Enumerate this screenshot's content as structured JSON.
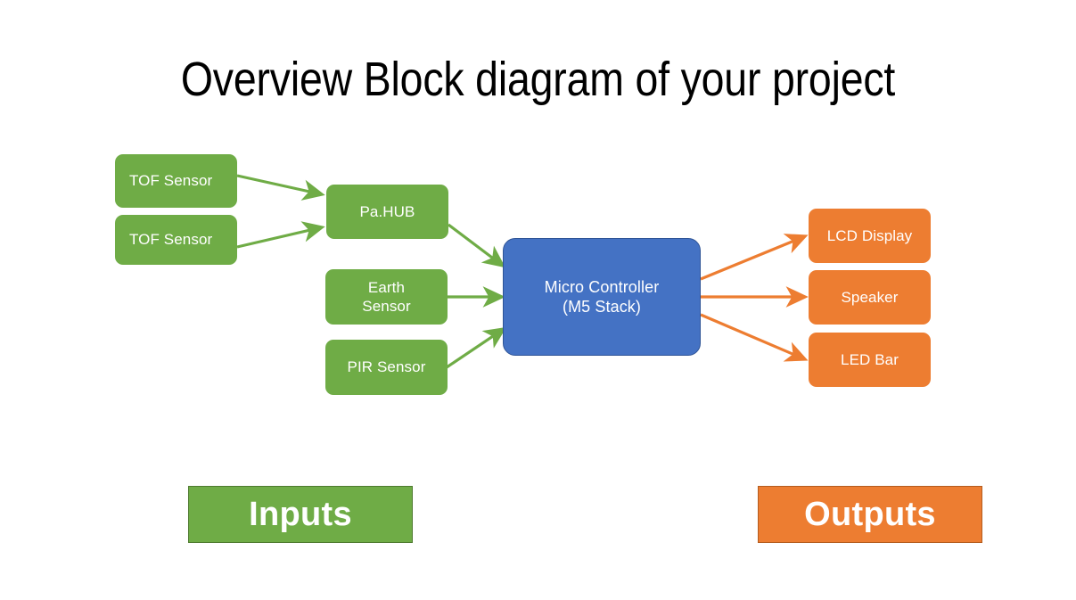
{
  "slide": {
    "title": "Overview Block diagram of your project",
    "background": "#FFFFFF"
  },
  "colors": {
    "input_green": "#6FAC46",
    "output_orange": "#ED7D31",
    "controller_blue": "#4472C4",
    "controller_border": "#2F5496",
    "title_text": "#000000",
    "node_text": "#FFFFFF"
  },
  "inputs": {
    "legend_label": "Inputs",
    "nodes": [
      {
        "id": "tof-sensor-1",
        "label": "TOF Sensor"
      },
      {
        "id": "tof-sensor-2",
        "label": "TOF Sensor"
      },
      {
        "id": "earth-sensor",
        "label": "Earth\nSensor",
        "line1": "Earth",
        "line2": "Sensor"
      },
      {
        "id": "pir-sensor",
        "label": "PIR Sensor"
      }
    ]
  },
  "hub": {
    "label": "Pa.HUB"
  },
  "controller": {
    "line1": "Micro Controller",
    "line2": "(M5 Stack)"
  },
  "outputs": {
    "legend_label": "Outputs",
    "nodes": [
      {
        "id": "lcd-display",
        "label": "LCD Display"
      },
      {
        "id": "speaker",
        "label": "Speaker"
      },
      {
        "id": "led-bar",
        "label": "LED Bar"
      }
    ]
  },
  "connections": [
    {
      "from": "tof-sensor-1",
      "to": "pa-hub",
      "color": "#6FAC46"
    },
    {
      "from": "tof-sensor-2",
      "to": "pa-hub",
      "color": "#6FAC46"
    },
    {
      "from": "pa-hub",
      "to": "controller",
      "color": "#6FAC46"
    },
    {
      "from": "earth-sensor",
      "to": "controller",
      "color": "#6FAC46"
    },
    {
      "from": "pir-sensor",
      "to": "controller",
      "color": "#6FAC46"
    },
    {
      "from": "controller",
      "to": "lcd-display",
      "color": "#ED7D31"
    },
    {
      "from": "controller",
      "to": "speaker",
      "color": "#ED7D31"
    },
    {
      "from": "controller",
      "to": "led-bar",
      "color": "#ED7D31"
    }
  ]
}
